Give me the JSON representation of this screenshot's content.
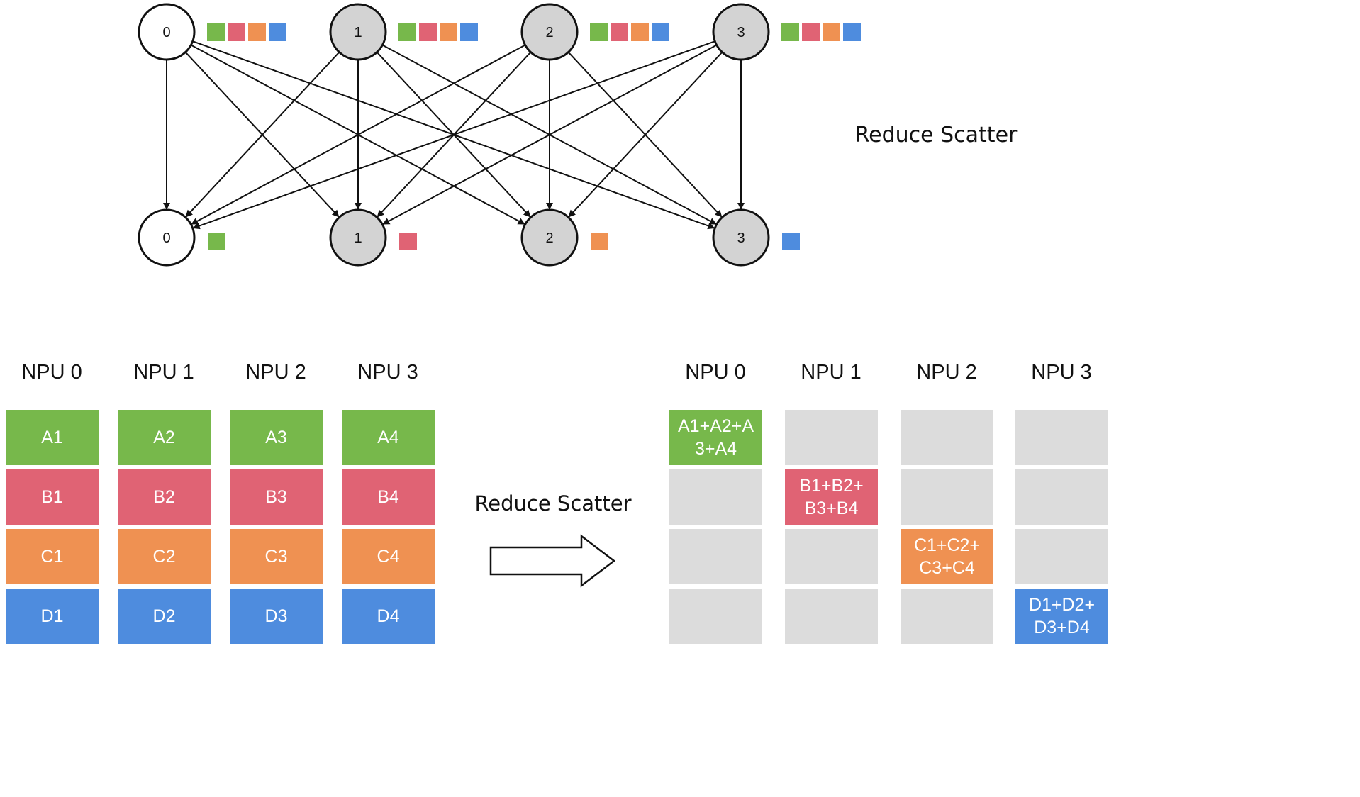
{
  "colors": {
    "green": "#77b84b",
    "red": "#e06374",
    "orange": "#ef9152",
    "blue": "#4e8cde",
    "empty": "#dcdcdc",
    "node_white": "#ffffff",
    "node_gray": "#d3d3d3",
    "stroke": "#111111"
  },
  "graph": {
    "title": "Reduce Scatter",
    "top_nodes": [
      {
        "label": "0",
        "fill": "white",
        "chips": [
          "green",
          "red",
          "orange",
          "blue"
        ]
      },
      {
        "label": "1",
        "fill": "gray",
        "chips": [
          "green",
          "red",
          "orange",
          "blue"
        ]
      },
      {
        "label": "2",
        "fill": "gray",
        "chips": [
          "green",
          "red",
          "orange",
          "blue"
        ]
      },
      {
        "label": "3",
        "fill": "gray",
        "chips": [
          "green",
          "red",
          "orange",
          "blue"
        ]
      }
    ],
    "bottom_nodes": [
      {
        "label": "0",
        "fill": "white",
        "chip": "green"
      },
      {
        "label": "1",
        "fill": "gray",
        "chip": "red"
      },
      {
        "label": "2",
        "fill": "gray",
        "chip": "orange"
      },
      {
        "label": "3",
        "fill": "gray",
        "chip": "blue"
      }
    ]
  },
  "before": {
    "npus": [
      {
        "header": "NPU 0",
        "cells": [
          {
            "text": "A1",
            "color": "green"
          },
          {
            "text": "B1",
            "color": "red"
          },
          {
            "text": "C1",
            "color": "orange"
          },
          {
            "text": "D1",
            "color": "blue"
          }
        ]
      },
      {
        "header": "NPU 1",
        "cells": [
          {
            "text": "A2",
            "color": "green"
          },
          {
            "text": "B2",
            "color": "red"
          },
          {
            "text": "C2",
            "color": "orange"
          },
          {
            "text": "D2",
            "color": "blue"
          }
        ]
      },
      {
        "header": "NPU 2",
        "cells": [
          {
            "text": "A3",
            "color": "green"
          },
          {
            "text": "B3",
            "color": "red"
          },
          {
            "text": "C3",
            "color": "orange"
          },
          {
            "text": "D3",
            "color": "blue"
          }
        ]
      },
      {
        "header": "NPU 3",
        "cells": [
          {
            "text": "A4",
            "color": "green"
          },
          {
            "text": "B4",
            "color": "red"
          },
          {
            "text": "C4",
            "color": "orange"
          },
          {
            "text": "D4",
            "color": "blue"
          }
        ]
      }
    ]
  },
  "arrow_label": "Reduce Scatter",
  "after": {
    "npus": [
      {
        "header": "NPU 0",
        "cells": [
          {
            "text": "A1+A2+A\n3+A4",
            "color": "green"
          },
          {
            "text": "",
            "color": "empty"
          },
          {
            "text": "",
            "color": "empty"
          },
          {
            "text": "",
            "color": "empty"
          }
        ]
      },
      {
        "header": "NPU 1",
        "cells": [
          {
            "text": "",
            "color": "empty"
          },
          {
            "text": "B1+B2+\nB3+B4",
            "color": "red"
          },
          {
            "text": "",
            "color": "empty"
          },
          {
            "text": "",
            "color": "empty"
          }
        ]
      },
      {
        "header": "NPU 2",
        "cells": [
          {
            "text": "",
            "color": "empty"
          },
          {
            "text": "",
            "color": "empty"
          },
          {
            "text": "C1+C2+\nC3+C4",
            "color": "orange"
          },
          {
            "text": "",
            "color": "empty"
          }
        ]
      },
      {
        "header": "NPU 3",
        "cells": [
          {
            "text": "",
            "color": "empty"
          },
          {
            "text": "",
            "color": "empty"
          },
          {
            "text": "",
            "color": "empty"
          },
          {
            "text": "D1+D2+\nD3+D4",
            "color": "blue"
          }
        ]
      }
    ]
  }
}
